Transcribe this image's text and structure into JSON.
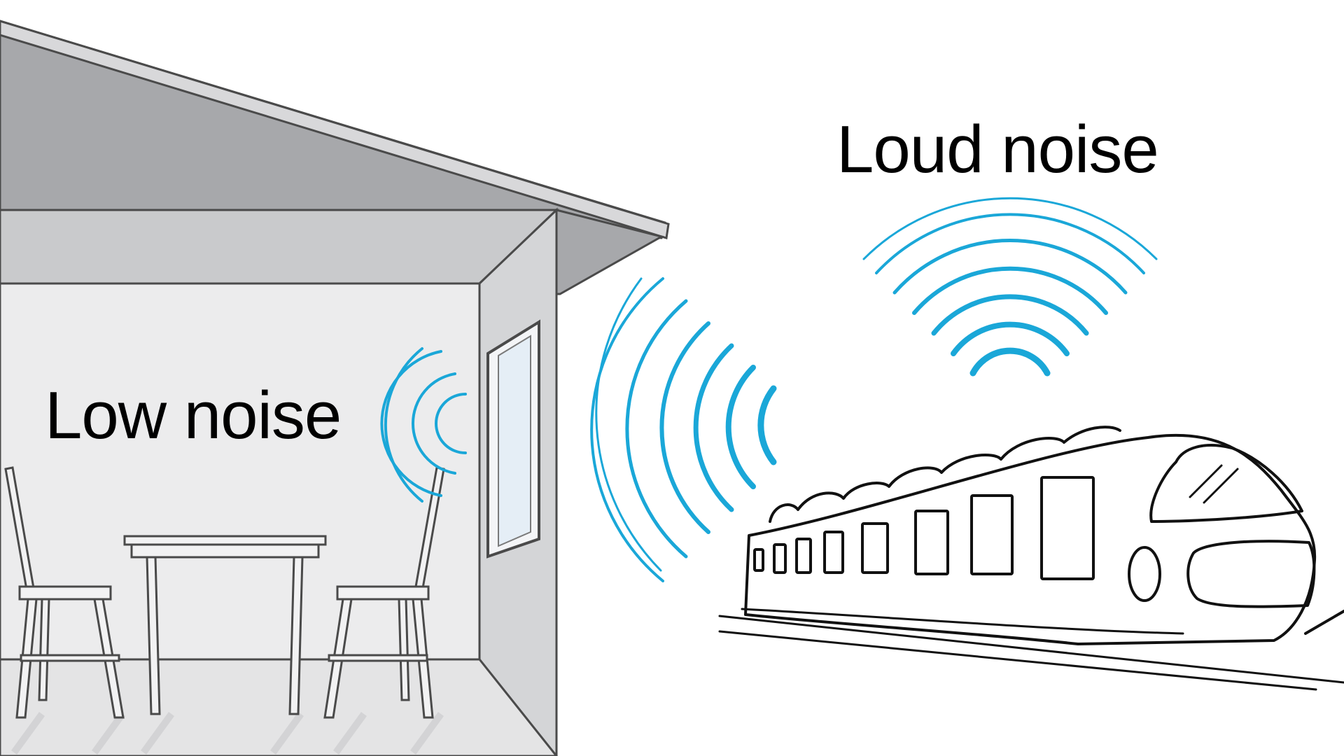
{
  "labels": {
    "low_noise": "Low noise",
    "loud_noise": "Loud noise"
  },
  "colors": {
    "sound_wave": "#1aa7d8",
    "house_dark": "#a7a8ab",
    "house_mid": "#c9cacc",
    "house_light": "#ececed",
    "outline": "#3a3a3a",
    "background": "#ffffff"
  },
  "icons": [
    "house-cutaway",
    "window-icon",
    "table-icon",
    "chair-icon",
    "train-icon",
    "sound-waves-icon"
  ]
}
